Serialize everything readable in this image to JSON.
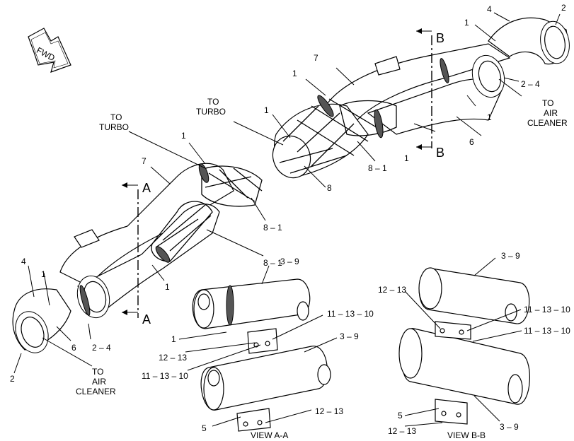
{
  "fwd": "FWD",
  "section_markers": {
    "a": "A",
    "b": "B"
  },
  "destinations": {
    "to": "TO",
    "turbo": "TURBO",
    "air": "AIR",
    "cleaner": "CLEANER"
  },
  "callouts": {
    "c1": "1",
    "c2": "2",
    "c4": "4",
    "c5": "5",
    "c6": "6",
    "c7": "7",
    "c8": "8",
    "c2_4": "2 – 4",
    "c8_1": "8 – 1",
    "c3_9": "3 – 9",
    "c12_13": "12 – 13",
    "c11_13_10": "11 – 13 – 10"
  },
  "views": {
    "a": "VIEW A-A",
    "b": "VIEW B-B"
  }
}
